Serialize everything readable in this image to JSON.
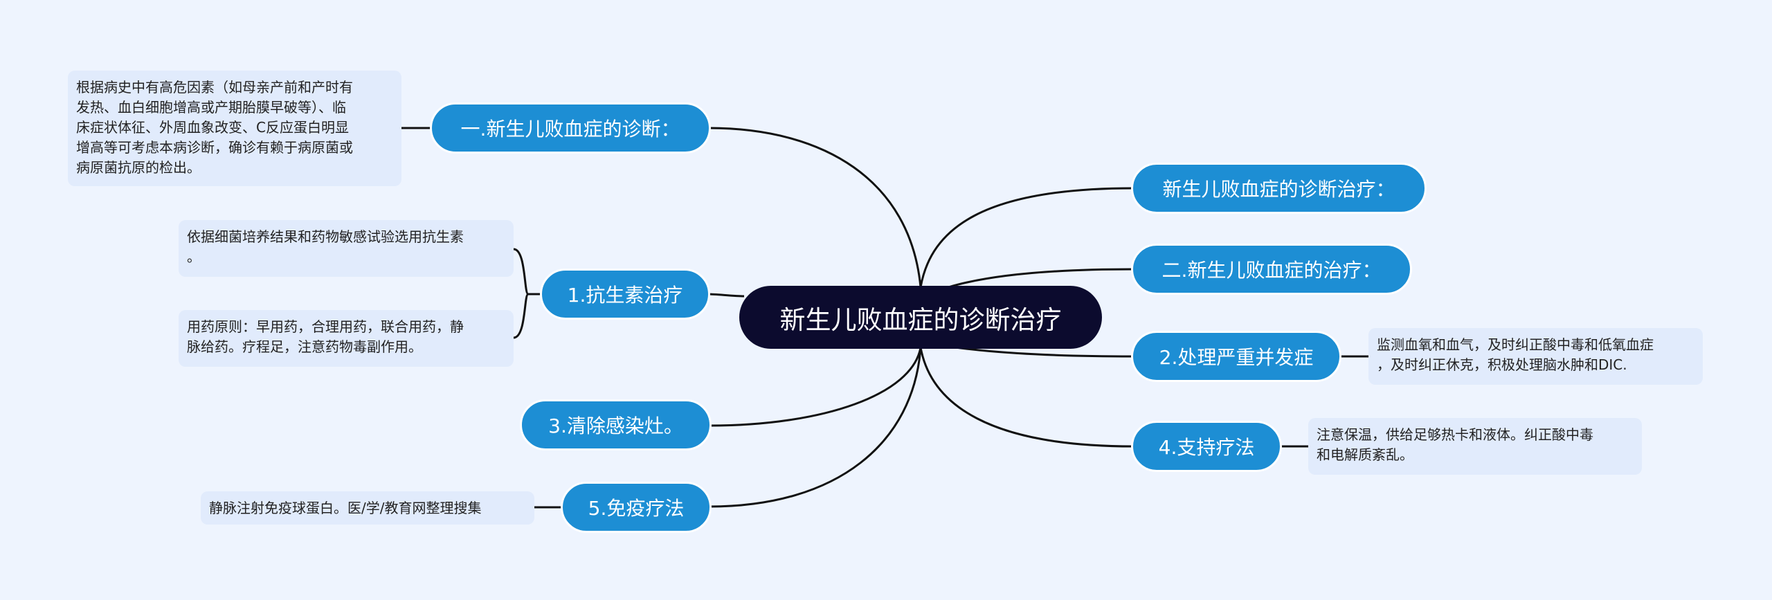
{
  "root": "新生儿败血症的诊断治疗",
  "branches": {
    "diagnosis": "一.新生儿败血症的诊断：",
    "antibiotic": "1.抗生素治疗",
    "infection": "3.清除感染灶。",
    "immune": "5.免疫疗法",
    "dx_treatment": "新生儿败血症的诊断治疗：",
    "treatment": "二.新生儿败血症的治疗：",
    "complications": "2.处理严重并发症",
    "support": "4.支持疗法"
  },
  "leaves": {
    "diagnosis": "根据病史中有高危因素（如母亲产前和产时有\n发热、血白细胞增高或产期胎膜早破等）、临\n床症状体征、外周血象改变、C反应蛋白明显\n增高等可考虑本病诊断，确诊有赖于病原菌或\n病原菌抗原的检出。",
    "antibiotic_1": "依据细菌培养结果和药物敏感试验选用抗生素\n。",
    "antibiotic_2": "用药原则：早用药，合理用药，联合用药，静\n脉给药。疗程足，注意药物毒副作用。",
    "immune": "静脉注射免疫球蛋白。医/学/教育网整理搜集",
    "complications": "监测血氧和血气，及时纠正酸中毒和低氧血症\n，及时纠正休克，积极处理脑水肿和DIC.",
    "support": "注意保温，供给足够热卡和液体。纠正酸中毒\n和电解质紊乱。"
  }
}
